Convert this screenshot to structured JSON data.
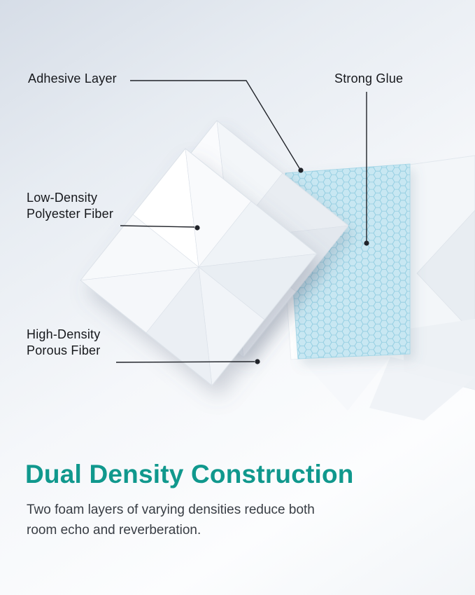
{
  "colors": {
    "accent_teal": "#10988d",
    "glue_blue": "#c8e7f2",
    "hex_line_blue": "#8ecbdf",
    "label_text": "#16181c",
    "body_text": "#383d44"
  },
  "callouts": {
    "adhesive": {
      "label": "Adhesive Layer"
    },
    "strong_glue": {
      "label": "Strong Glue"
    },
    "low_density": {
      "label": "Low-Density Polyester Fiber"
    },
    "high_density": {
      "label": "High-Density Porous Fiber"
    }
  },
  "footer": {
    "title": "Dual Density Construction",
    "description": "Two foam layers of varying densities reduce both room echo and reverberation."
  }
}
